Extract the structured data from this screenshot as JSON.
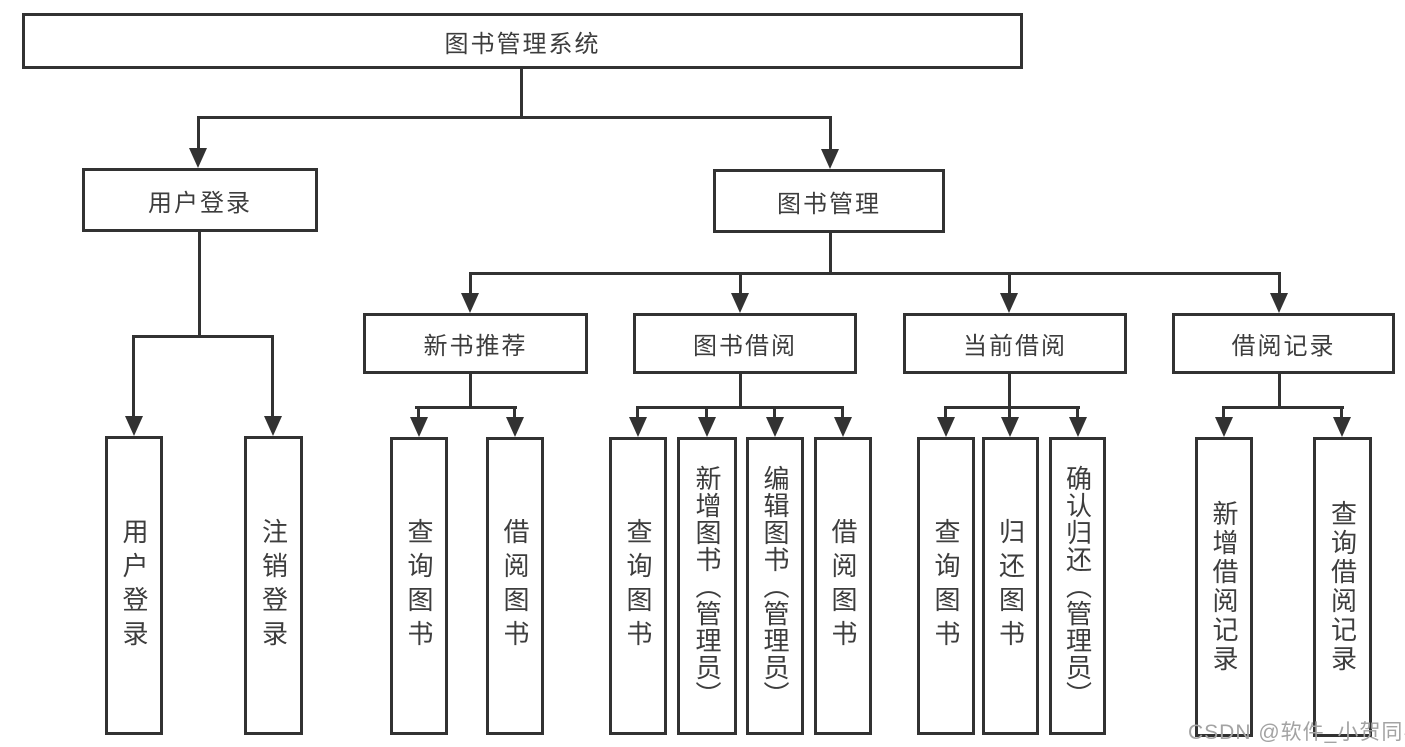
{
  "title": "图书管理系统",
  "tree": {
    "user_login": {
      "label": "用户登录",
      "children": [
        "用户登录",
        "注销登录"
      ]
    },
    "book_mgmt": {
      "label": "图书管理",
      "sections": [
        {
          "label": "新书推荐",
          "children": [
            "查询图书",
            "借阅图书"
          ]
        },
        {
          "label": "图书借阅",
          "children": [
            "查询图书",
            "新增图书（管理员）",
            "编辑图书（管理员）",
            "借阅图书"
          ]
        },
        {
          "label": "当前借阅",
          "children": [
            "查询图书",
            "归还图书",
            "确认归还（管理员）"
          ]
        },
        {
          "label": "借阅记录",
          "children": [
            "新增借阅记录",
            "查询借阅记录"
          ]
        }
      ]
    }
  },
  "watermark": "CSDN @软件_小贺同学",
  "colors": {
    "line": "#323232",
    "text": "#3d3d3d",
    "background": "#ffffff",
    "watermark": "#a3a3a3"
  }
}
